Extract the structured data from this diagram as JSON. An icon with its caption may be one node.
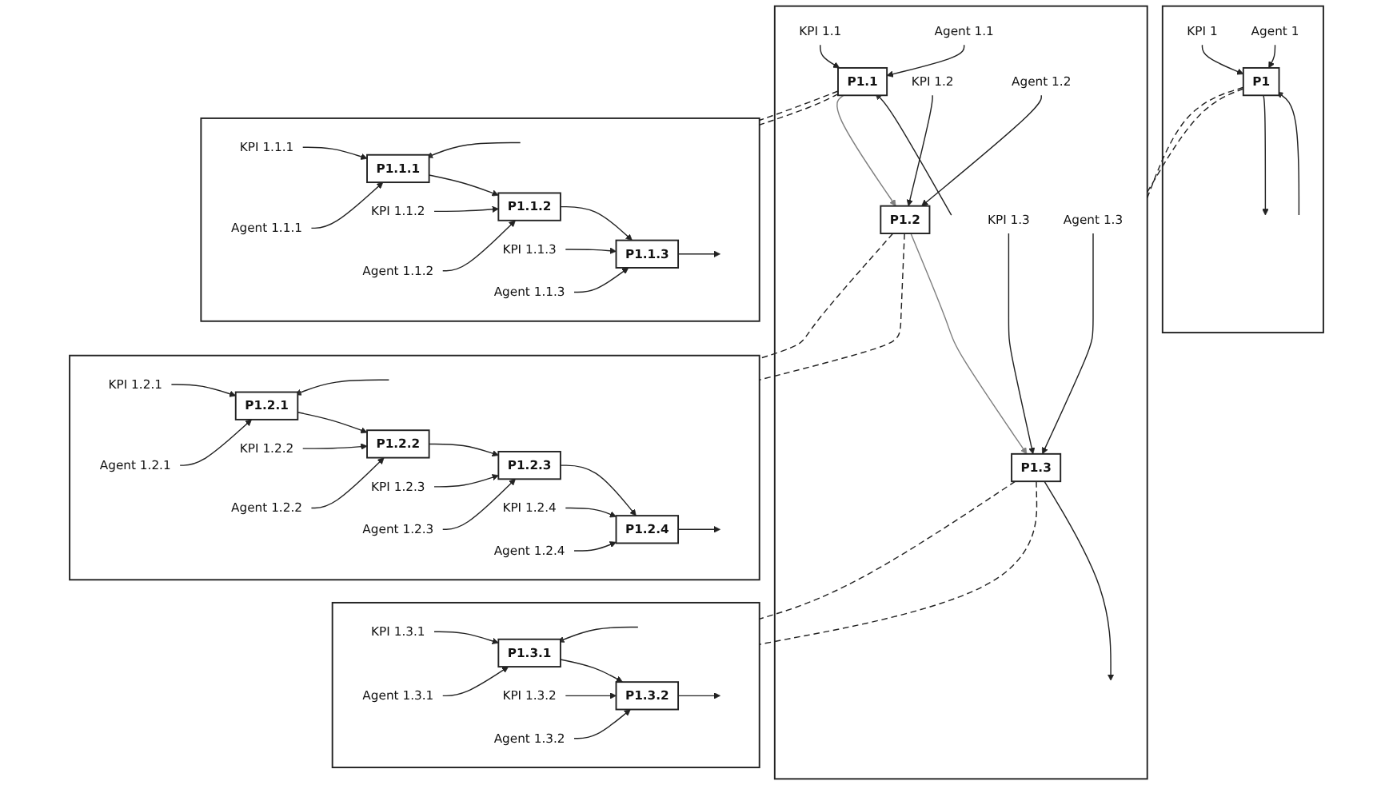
{
  "diagram": {
    "nodes": [
      {
        "text": [],
        "shape": "box"
      },
      {
        "text": [
          "KPI 1"
        ],
        "in": 0
      },
      {
        "text": [
          "P1"
        ],
        "in": 0
      },
      {
        "text": [
          "Agent 1"
        ],
        "in": 0
      },
      {
        "text": [],
        "shape": "box"
      },
      {
        "text": [
          "KPI 1.1"
        ],
        "in": 4
      },
      {
        "text": [
          "P1.1"
        ],
        "in": 4
      },
      {
        "text": [
          "Agent 1.1"
        ],
        "in": 4
      },
      {
        "text": [
          "KPI 1.2"
        ],
        "in": 4
      },
      {
        "text": [
          "P1.2"
        ],
        "in": 4
      },
      {
        "text": [
          "Agent 1.2"
        ],
        "in": 4
      },
      {
        "text": [
          "KPI 1.3"
        ],
        "in": 4
      },
      {
        "text": [
          "P1.3"
        ],
        "in": 4
      },
      {
        "text": [
          "Agent 1.3"
        ],
        "in": 4
      },
      {
        "text": [],
        "shape": "box"
      },
      {
        "text": [
          "KPI 1.1.1"
        ],
        "in": 14
      },
      {
        "text": [
          "P1.1.1"
        ],
        "in": 14
      },
      {
        "text": [
          "Agent 1.1.1"
        ],
        "in": 14
      },
      {
        "text": [
          "KPI 1.1.2"
        ],
        "in": 14
      },
      {
        "text": [
          "P1.1.2"
        ],
        "in": 14
      },
      {
        "text": [
          "Agent 1.1.2"
        ],
        "in": 14
      },
      {
        "text": [
          "KPI 1.1.3"
        ],
        "in": 14
      },
      {
        "text": [
          "P1.1.3"
        ],
        "in": 14
      },
      {
        "text": [
          "Agent 1.1.3"
        ],
        "in": 14
      },
      {
        "text": [],
        "shape": "box"
      },
      {
        "text": [
          "KPI 1.2.1"
        ],
        "in": 24
      },
      {
        "text": [
          "P1.2.1"
        ],
        "in": 24
      },
      {
        "text": [
          "Agent 1.2.1"
        ],
        "in": 24
      },
      {
        "text": [
          "KPI 1.2.2"
        ],
        "in": 24
      },
      {
        "text": [
          "P1.2.2"
        ],
        "in": 24
      },
      {
        "text": [
          "Agent 1.2.2"
        ],
        "in": 24
      },
      {
        "text": [
          "KPI 1.2.3"
        ],
        "in": 24
      },
      {
        "text": [
          "P1.2.3"
        ],
        "in": 24
      },
      {
        "text": [
          "Agent 1.2.3"
        ],
        "in": 24
      },
      {
        "text": [
          "KPI 1.2.4"
        ],
        "in": 24
      },
      {
        "text": [
          "P1.2.4"
        ],
        "in": 24
      },
      {
        "text": [
          "Agent 1.2.4"
        ],
        "in": 24
      },
      {
        "text": [],
        "shape": "box"
      },
      {
        "text": [
          "KPI 1.3.1"
        ],
        "in": 37
      },
      {
        "text": [
          "P1.3.1"
        ],
        "in": 37
      },
      {
        "text": [
          "Agent 1.3.1"
        ],
        "in": 37
      },
      {
        "text": [
          "KPI 1.3.2"
        ],
        "in": 37
      },
      {
        "text": [
          "P1.3.2"
        ],
        "in": 37
      },
      {
        "text": [
          "Agent 1.3.2"
        ],
        "in": 37
      }
    ],
    "edges": [
      {
        "from": 1,
        "to": 2,
        "arrow": "to"
      },
      {
        "from": 3,
        "to": 2,
        "arrow": "to"
      },
      {
        "from": null,
        "to": 2,
        "arrow": "to"
      },
      {
        "from": 2,
        "to": null,
        "arrow": "to"
      },
      {
        "from": 2,
        "to": 4,
        "arrow": "none",
        "style": "dashed"
      },
      {
        "from": 2,
        "to": 4,
        "arrow": "none",
        "style": "dashed"
      },
      {
        "from": 5,
        "to": 6,
        "arrow": "to"
      },
      {
        "from": 7,
        "to": 6,
        "arrow": "to"
      },
      {
        "from": 8,
        "to": 9,
        "arrow": "to"
      },
      {
        "from": 10,
        "to": 9,
        "arrow": "to"
      },
      {
        "from": 11,
        "to": 12,
        "arrow": "to"
      },
      {
        "from": 13,
        "to": 12,
        "arrow": "to"
      },
      {
        "from": null,
        "to": 6,
        "arrow": "to"
      },
      {
        "from": 6,
        "to": 9,
        "arrow": "to",
        "color": "#808080"
      },
      {
        "from": 9,
        "to": 12,
        "arrow": "to",
        "color": "#808080"
      },
      {
        "from": 12,
        "to": null,
        "arrow": "to"
      },
      {
        "from": 6,
        "to": 14,
        "arrow": "none",
        "style": "dashed"
      },
      {
        "from": 6,
        "to": 14,
        "arrow": "none",
        "style": "dashed"
      },
      {
        "from": 9,
        "to": 24,
        "arrow": "none",
        "style": "dashed"
      },
      {
        "from": 9,
        "to": 24,
        "arrow": "none",
        "style": "dashed"
      },
      {
        "from": 12,
        "to": 37,
        "arrow": "none",
        "style": "dashed"
      },
      {
        "from": 12,
        "to": 37,
        "arrow": "none",
        "style": "dashed"
      },
      {
        "from": 15,
        "to": 16,
        "arrow": "to"
      },
      {
        "from": 17,
        "to": 16,
        "arrow": "to"
      },
      {
        "from": 18,
        "to": 19,
        "arrow": "to"
      },
      {
        "from": 20,
        "to": 19,
        "arrow": "to"
      },
      {
        "from": 21,
        "to": 22,
        "arrow": "to"
      },
      {
        "from": 23,
        "to": 22,
        "arrow": "to"
      },
      {
        "from": null,
        "to": 16,
        "arrow": "to"
      },
      {
        "from": 16,
        "to": 19,
        "arrow": "to"
      },
      {
        "from": 19,
        "to": 22,
        "arrow": "to"
      },
      {
        "from": 22,
        "to": null,
        "arrow": "to"
      },
      {
        "from": 25,
        "to": 26,
        "arrow": "to"
      },
      {
        "from": 27,
        "to": 26,
        "arrow": "to"
      },
      {
        "from": 28,
        "to": 29,
        "arrow": "to"
      },
      {
        "from": 30,
        "to": 29,
        "arrow": "to"
      },
      {
        "from": 31,
        "to": 32,
        "arrow": "to"
      },
      {
        "from": 33,
        "to": 32,
        "arrow": "to"
      },
      {
        "from": 34,
        "to": 35,
        "arrow": "to"
      },
      {
        "from": 36,
        "to": 35,
        "arrow": "to"
      },
      {
        "from": null,
        "to": 26,
        "arrow": "to"
      },
      {
        "from": 26,
        "to": 29,
        "arrow": "to"
      },
      {
        "from": 29,
        "to": 32,
        "arrow": "to"
      },
      {
        "from": 32,
        "to": 35,
        "arrow": "to"
      },
      {
        "from": 35,
        "to": null,
        "arrow": "to"
      },
      {
        "from": 38,
        "to": 39,
        "arrow": "to"
      },
      {
        "from": 40,
        "to": 39,
        "arrow": "to"
      },
      {
        "from": 41,
        "to": 42,
        "arrow": "to"
      },
      {
        "from": 43,
        "to": 42,
        "arrow": "to"
      },
      {
        "from": null,
        "to": 39,
        "arrow": "to"
      },
      {
        "from": 39,
        "to": 42,
        "arrow": "to"
      },
      {
        "from": 42,
        "to": null,
        "arrow": "to"
      }
    ]
  }
}
